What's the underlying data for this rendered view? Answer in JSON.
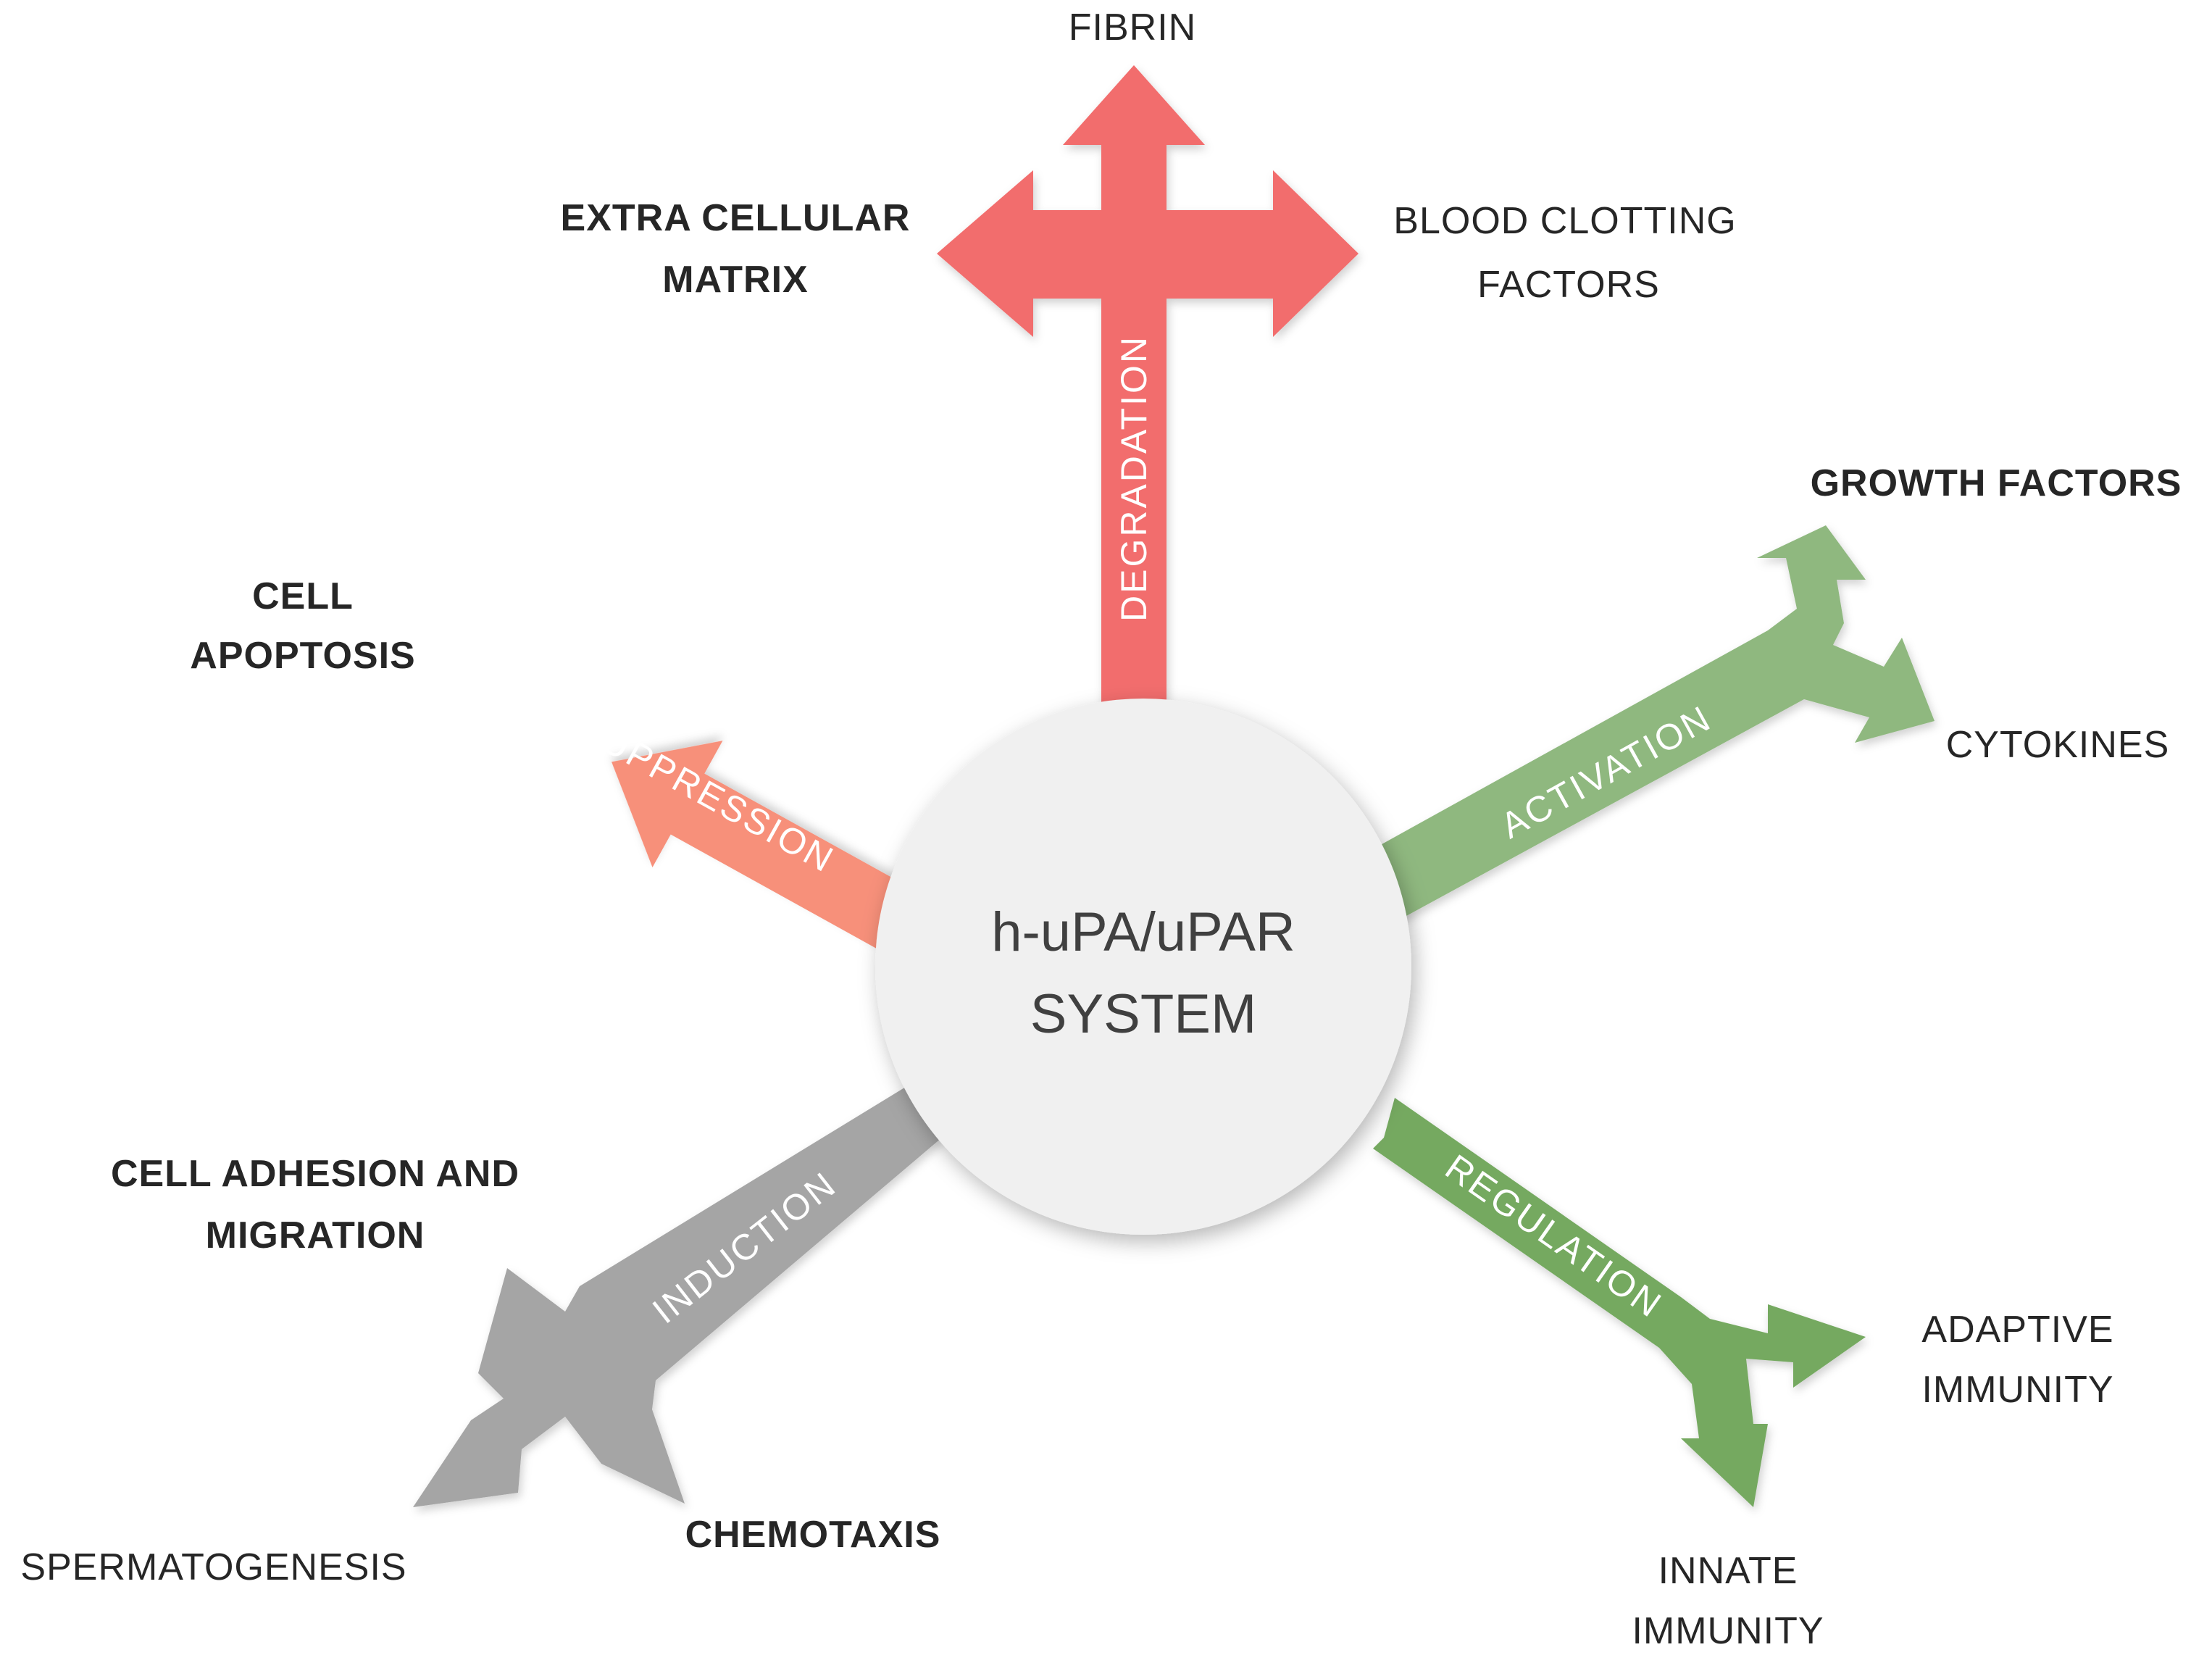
{
  "center": {
    "line1": "h-uPA/uPAR",
    "line2": "SYSTEM"
  },
  "colors": {
    "degradation": "#f26d6d",
    "suppression": "#f7907a",
    "activation": "#8fb87f",
    "regulation": "#74a960",
    "induction": "#a5a5a5",
    "circle": "#f0f0f0",
    "label_text": "#262626"
  },
  "arrows": {
    "degradation": "DEGRADATION",
    "suppression": "SUPPRESSION",
    "activation": "ACTIVATION",
    "regulation": "REGULATION",
    "induction": "INDUCTION"
  },
  "labels": {
    "fibrin": "FIBRIN",
    "ecm_line1": "EXTRA  CELLULAR",
    "ecm_line2": "MATRIX",
    "clotting_line1": "BLOOD  CLOTTING",
    "clotting_line2": "FACTORS",
    "growth_factors": "GROWTH  FACTORS",
    "cytokines": "CYTOKINES",
    "apoptosis_line1": "CELL",
    "apoptosis_line2": "APOPTOSIS",
    "adhesion_line1": "CELL ADHESION  AND",
    "adhesion_line2": "MIGRATION",
    "spermatogenesis": "SPERMATOGENESIS",
    "chemotaxis": "CHEMOTAXIS",
    "adaptive_line1": "ADAPTIVE",
    "adaptive_line2": "IMMUNITY",
    "innate_line1": "INNATE",
    "innate_line2": "IMMUNITY"
  }
}
